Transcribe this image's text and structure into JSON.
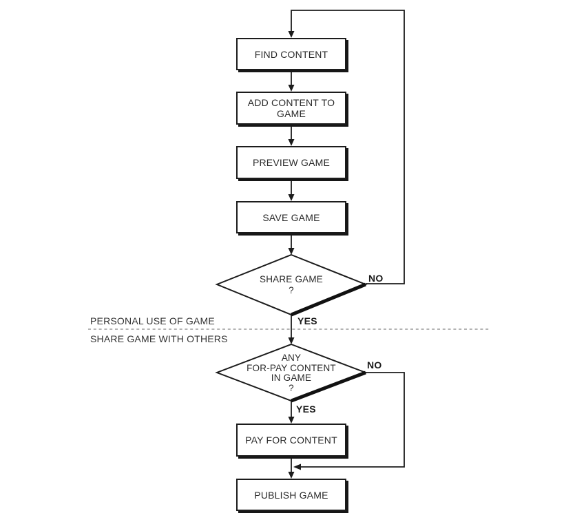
{
  "figure": {
    "type": "flowchart",
    "background_color": "#ffffff",
    "ink_color": "#1c1c1c",
    "divider_color": "#9b9b9b"
  },
  "nodes": {
    "find_content": {
      "type": "process",
      "label": "FIND CONTENT"
    },
    "add_content": {
      "type": "process",
      "lines": [
        "ADD CONTENT TO",
        "GAME"
      ]
    },
    "preview_game": {
      "type": "process",
      "label": "PREVIEW GAME"
    },
    "save_game": {
      "type": "process",
      "label": "SAVE GAME"
    },
    "share_game_decision": {
      "type": "decision",
      "lines": [
        "SHARE GAME",
        "?"
      ]
    },
    "for_pay_decision": {
      "type": "decision",
      "lines": [
        "ANY",
        "FOR-PAY CONTENT",
        "IN GAME",
        "?"
      ]
    },
    "pay_for_content": {
      "type": "process",
      "label": "PAY FOR CONTENT"
    },
    "publish_game": {
      "type": "process",
      "label": "PUBLISH GAME"
    }
  },
  "branch_labels": {
    "share_no": "NO",
    "share_yes": "YES",
    "forpay_no": "NO",
    "forpay_yes": "YES"
  },
  "divider": {
    "above_label": "PERSONAL USE OF GAME",
    "below_label": "SHARE GAME WITH OTHERS"
  }
}
